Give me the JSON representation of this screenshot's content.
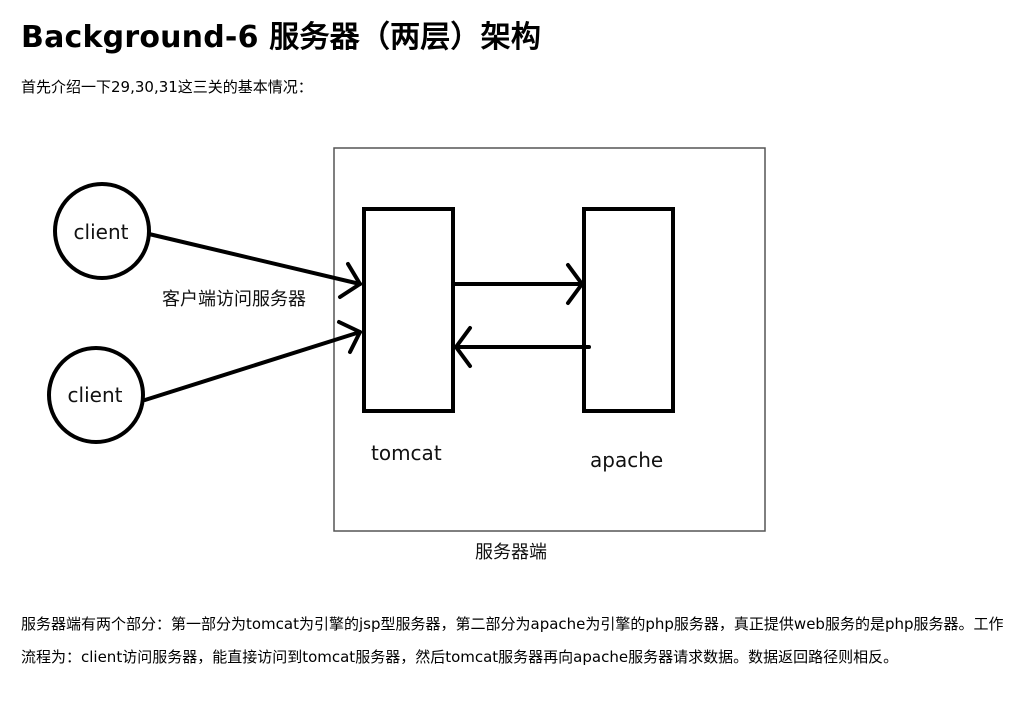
{
  "title": "Background-6 服务器（两层）架构",
  "intro": "首先介绍一下29,30,31这三关的基本情况：",
  "diagram": {
    "client_top": "client",
    "client_bottom": "client",
    "request_label": "客户端访问服务器",
    "tomcat": "tomcat",
    "apache": "apache",
    "server_label": "服务器端"
  },
  "description": "服务器端有两个部分：第一部分为tomcat为引擎的jsp型服务器，第二部分为apache为引擎的php服务器，真正提供web服务的是php服务器。工作流程为：client访问服务器，能直接访问到tomcat服务器，然后tomcat服务器再向apache服务器请求数据。数据返回路径则相反。"
}
